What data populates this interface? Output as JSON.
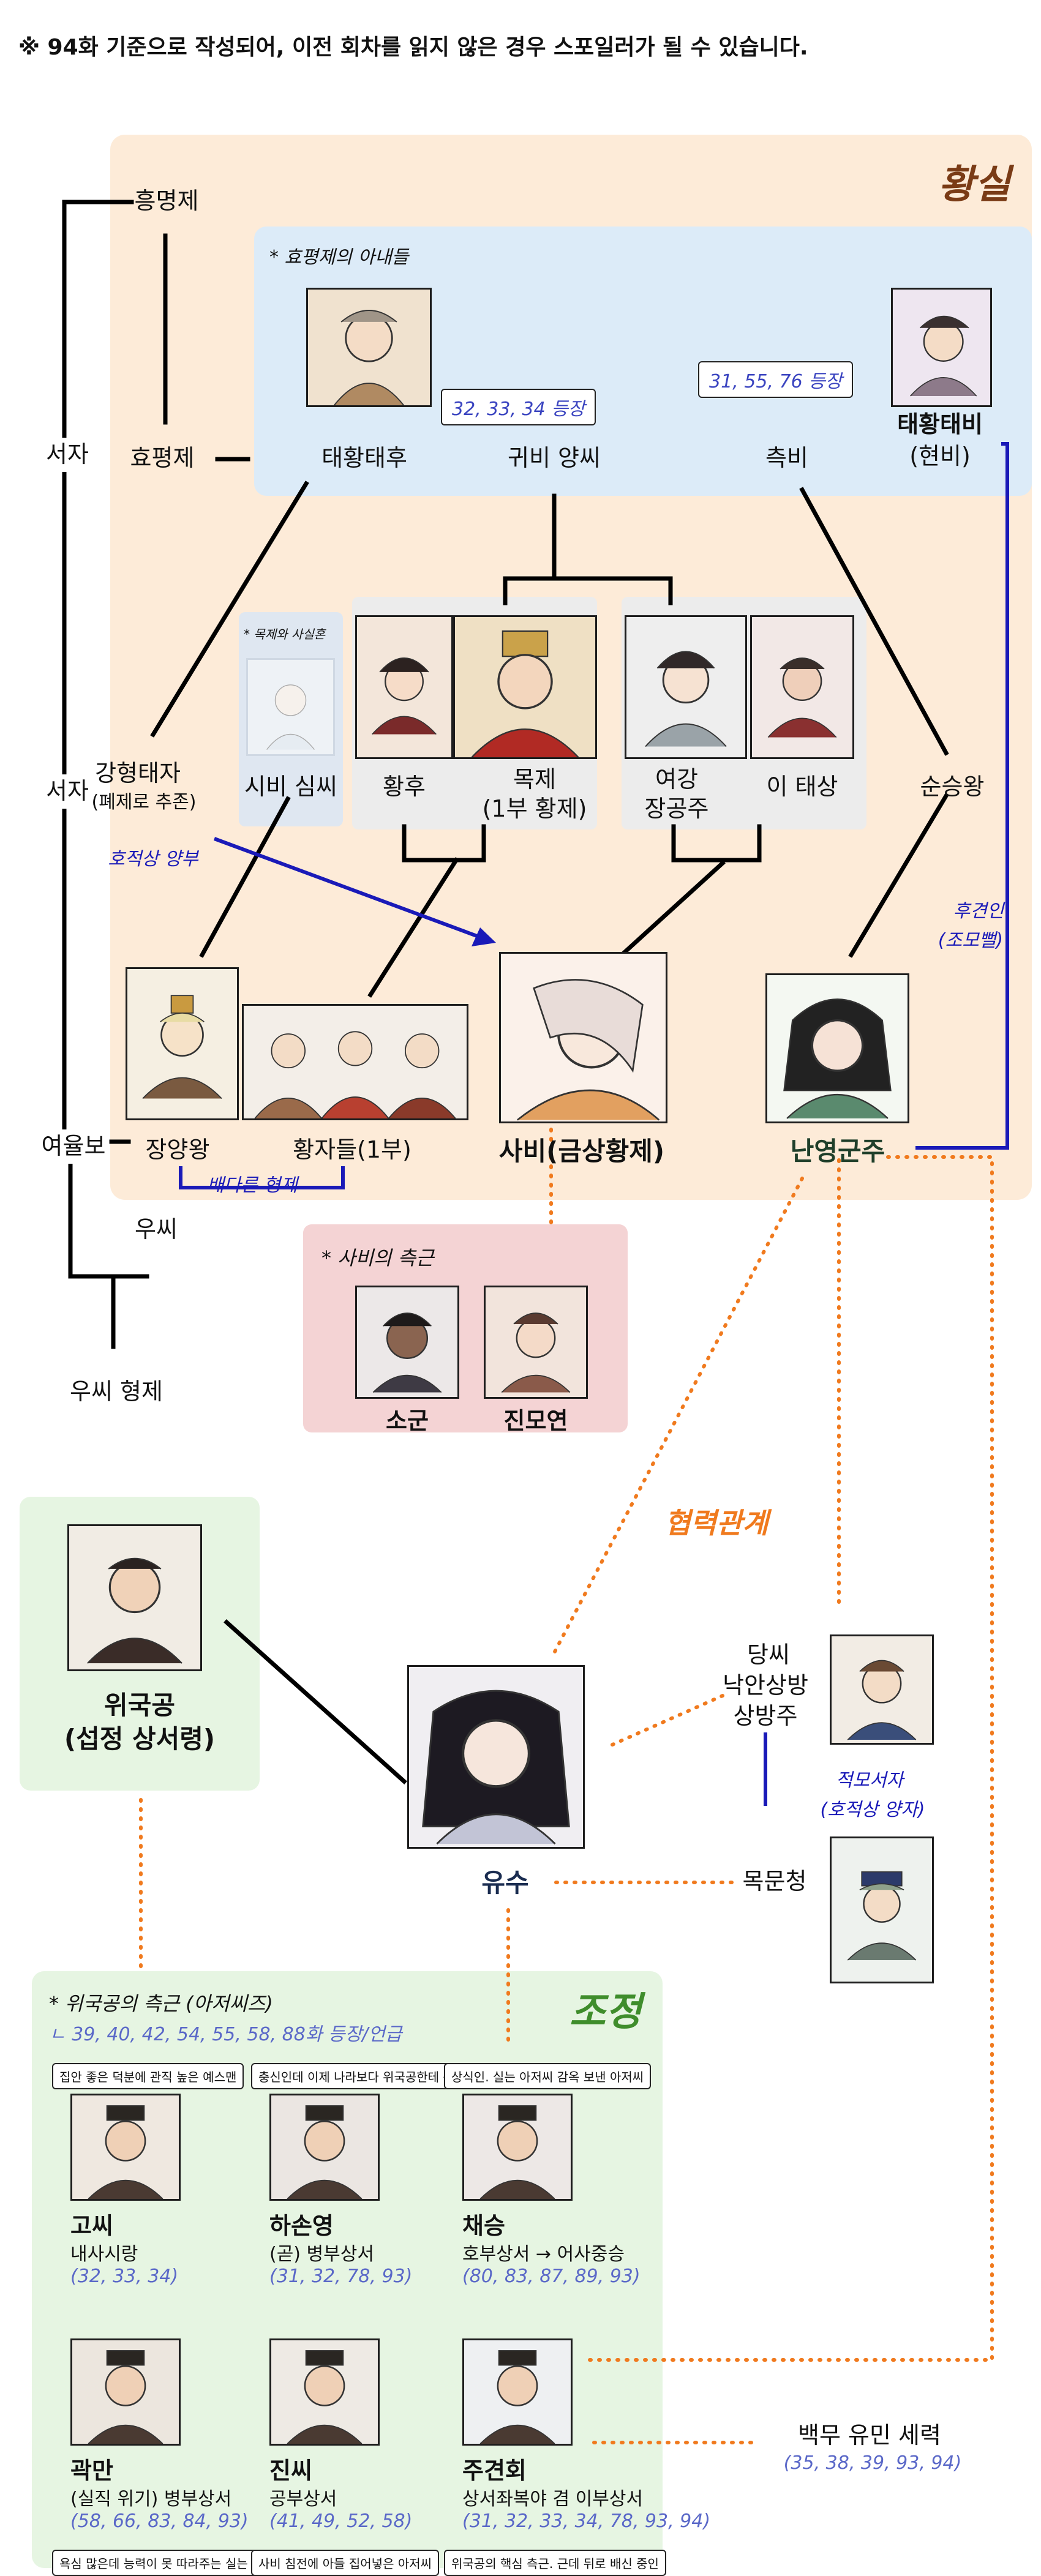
{
  "spoiler_note": "※ 94화 기준으로 작성되어, 이전 회차를 읽지 않은 경우 스포일러가 될 수 있습니다.",
  "regions": {
    "royal": "황실",
    "court": "조정"
  },
  "generations": {
    "g1": "서자",
    "g2": "서자",
    "g3": "여율보"
  },
  "people": {
    "heungmyeong": "흥명제",
    "hyopyeong": "효평제",
    "wives_note": "* 효평제의 아내들",
    "taehwang_taehu": "태황태후",
    "gwibi": "귀비 양씨",
    "cheukbi": "측비",
    "taehwang_taebi": "태황태비",
    "taehwang_taebi_sub": "(현비)",
    "ganghyeong": "강형태자",
    "ganghyeong_sub": "(폐제로 추존)",
    "concubine_note": "* 목제와 사실혼",
    "sibi": "시비 심씨",
    "hwanghu": "황후",
    "mokje": "목제",
    "mokje_sub": "(1부 황제)",
    "yeogang": "여강",
    "yeogang_sub": "장공주",
    "itaesang": "이 태상",
    "sunseung": "순승왕",
    "jangyang": "장양왕",
    "princes": "황자들(1부)",
    "sabi": "사비(금상황제)",
    "nanyeong": "난영군주",
    "usi": "우씨",
    "usi_brothers": "우씨 형제",
    "maternal_note": "* 사비의 측근",
    "sogun": "소군",
    "jinmoyeon": "진모연",
    "wiguk": "위국공",
    "wiguk_sub": "(섭정 상서령)",
    "yusu": "유수",
    "dangssi": "당씨",
    "dangssi_sub1": "낙안상방",
    "dangssi_sub2": "상방주",
    "mokmuncheong": "목문청",
    "baekmu": "백무 유민 세력",
    "baekmu_refs": "(35, 38, 39, 93, 94)"
  },
  "relations": {
    "adopt": "호적상 양부",
    "half_brothers": "배다른 형제",
    "guardian": "후견인",
    "guardian_sub": "(조모뻘)",
    "cooperation": "협력관계",
    "stepson": "적모서자",
    "stepson_sub": "(호적상 양자)"
  },
  "bubbles": {
    "gwibi": "32, 33, 34 등장",
    "cheukbi": "31, 55, 76 등장"
  },
  "court": {
    "header": "* 위국공의 측근",
    "header_sub": "(아저씨즈)",
    "header_refs": "ㄴ 39, 40, 42, 54, 55, 58, 88화 등장/언급",
    "members": [
      {
        "name": "고씨",
        "role": "내사시랑",
        "refs": "(32, 33, 34)",
        "quote": "집안 좋은 덕분에 관직 높은 예스맨"
      },
      {
        "name": "하손영",
        "role": "(곧) 병부상서",
        "refs": "(31, 32, 78, 93)",
        "quote": "충신인데 이제 나라보다 위국공한테 충성하는"
      },
      {
        "name": "채승",
        "role": "호부상서 → 어사중승",
        "refs": "(80, 83, 87, 89, 93)",
        "quote": "상식인. 실는 아저씨 감옥 보낸 아저씨"
      },
      {
        "name": "곽만",
        "role": "(실직 위기) 병부상서",
        "refs": "(58, 66, 83, 84, 93)",
        "quote": "욕심 많은데 능력이 못 따라주는 실는 아저씨"
      },
      {
        "name": "진씨",
        "role": "공부상서",
        "refs": "(41, 49, 52, 58)",
        "quote": "사비 침전에 아들 집어넣은 아저씨"
      },
      {
        "name": "주견회",
        "role": "상서좌복야 겸 이부상서",
        "refs": "(31, 32, 33, 34, 78, 93, 94)",
        "quote": "위국공의 핵심 측근. 근데 뒤로 배신 중인"
      }
    ]
  },
  "colors": {
    "royal_bg": "#fdebd8",
    "inner_bg": "#dcebf8",
    "maternal_bg": "#f4d3d4",
    "court_bg": "#e6f5e2",
    "blue_line": "#1a1ab8",
    "orange_dots": "#f07a1e"
  }
}
